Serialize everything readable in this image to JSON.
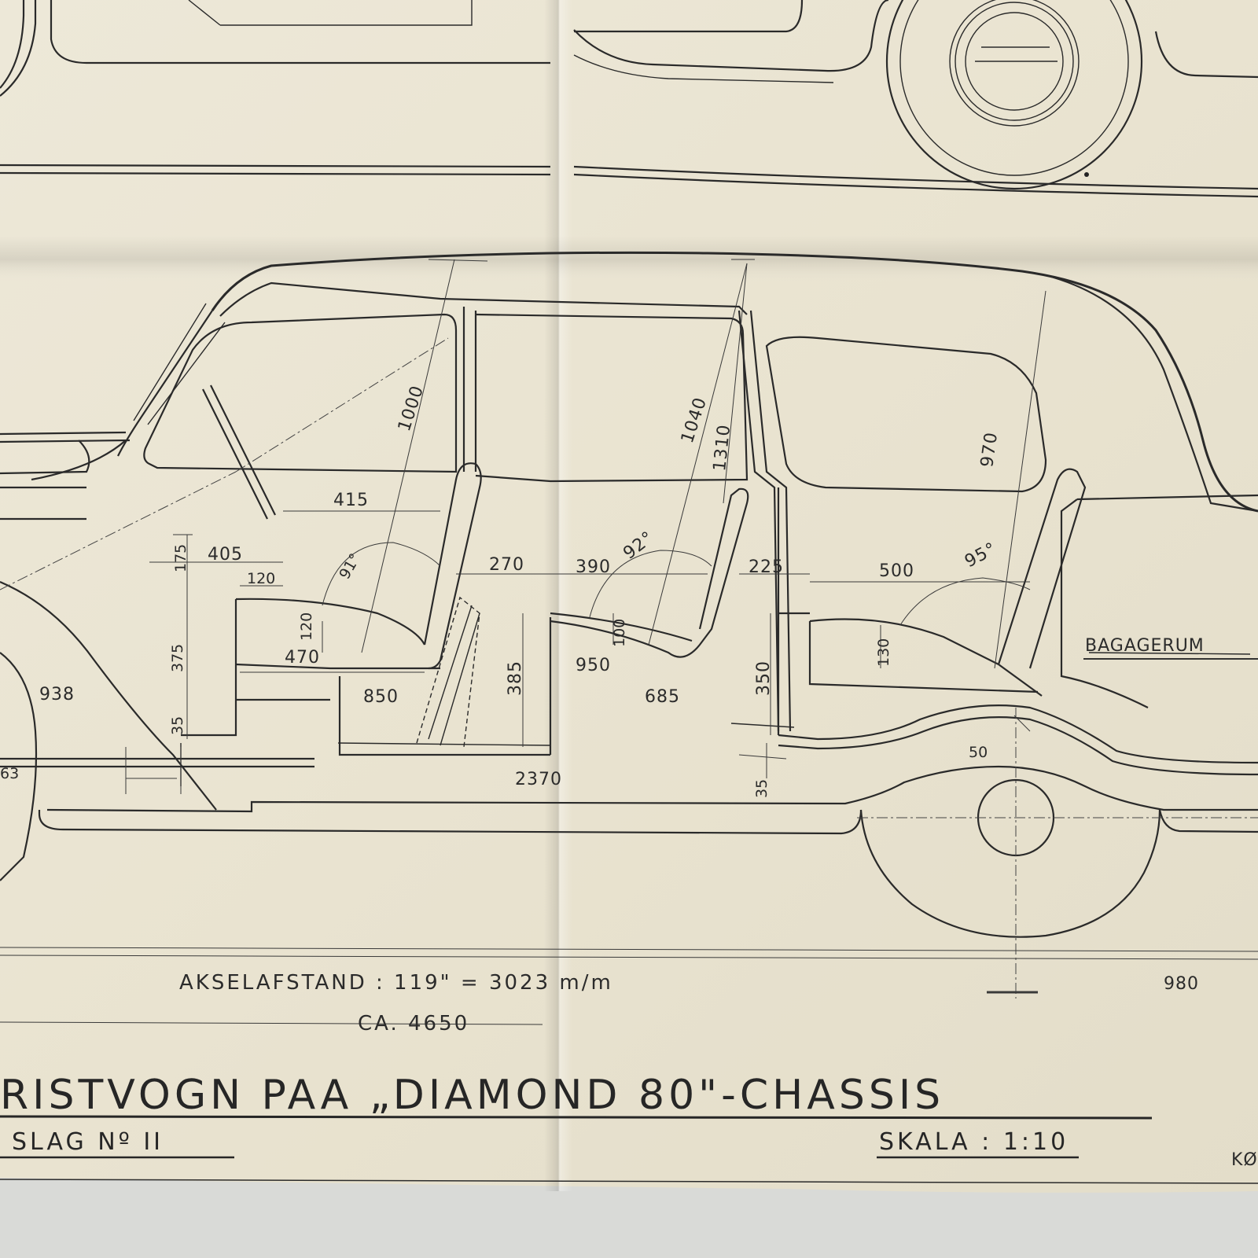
{
  "sheet": {
    "title_text": "RISTVOGN PAA „DIAMOND 80\"-CHASSIS",
    "subtitle_left": "SLAG Nº II",
    "scale_text": "SKALA : 1:10",
    "corner_fragment": "KØ",
    "wheelbase_note": "AKSELAFSTAND : 119\" = 3023 m/m",
    "length_note": "CA. 4650",
    "luggage_label": "BAGAGERUM"
  },
  "dimensions": {
    "d1000": "1000",
    "d1040": "1040",
    "d1310": "1310",
    "d970": "970",
    "d415": "415",
    "d405": "405",
    "d175": "175",
    "d120a": "120",
    "d91deg": "91°",
    "d270": "270",
    "d390": "390",
    "d92deg": "92°",
    "d225": "225",
    "d500": "500",
    "d95deg": "95°",
    "d375": "375",
    "d120b": "120",
    "d470": "470",
    "d850": "850",
    "d385": "385",
    "d100": "100",
    "d950": "950",
    "d685": "685",
    "d350": "350",
    "d130": "130",
    "d938": "938",
    "d35a": "35",
    "d63": "63",
    "d2370": "2370",
    "d35b": "35",
    "d50": "50",
    "d980": "980"
  },
  "colors": {
    "paper": "#ece6d4",
    "ink": "#2a2a2a",
    "background": "#d9dad7"
  }
}
